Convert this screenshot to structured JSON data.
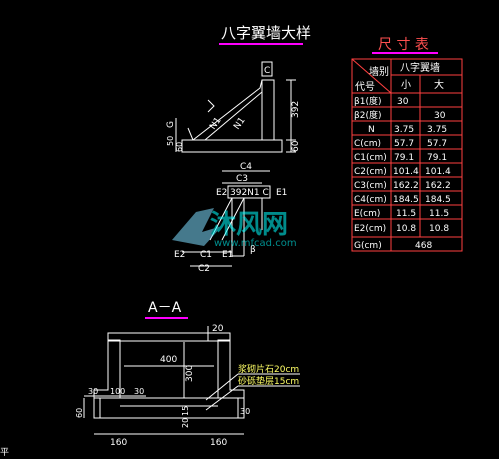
{
  "titles": {
    "elevation": "八字翼墙大样",
    "size_table": "尺 寸 表",
    "section": "A－A"
  },
  "table": {
    "header_col1_top": "墙别",
    "header_col1_bottom": "代号",
    "header_group": "八字翼墙",
    "header_small": "小",
    "header_large": "大",
    "rows": [
      {
        "code": "β1(度)",
        "small": "30",
        "large": ""
      },
      {
        "code": "β2(度)",
        "small": "",
        "large": "30"
      },
      {
        "code": "N",
        "small": "3.75",
        "large": "3.75"
      },
      {
        "code": "C(cm)",
        "small": "57.7",
        "large": "57.7"
      },
      {
        "code": "C1(cm)",
        "small": "79.1",
        "large": "79.1"
      },
      {
        "code": "C2(cm)",
        "small": "101.4",
        "large": "101.4"
      },
      {
        "code": "C3(cm)",
        "small": "162.2",
        "large": "162.2"
      },
      {
        "code": "C4(cm)",
        "small": "184.5",
        "large": "184.5"
      },
      {
        "code": "E(cm)",
        "small": "11.5",
        "large": "11.5"
      },
      {
        "code": "E2(cm)",
        "small": "10.8",
        "large": "10.8"
      }
    ],
    "last_code": "G(cm)",
    "last_value": "468"
  },
  "elevation_labels": {
    "c_top": "C",
    "dim_392": "392",
    "dim_60": "60",
    "n1_left": "N1",
    "n1_right": "N1",
    "g_sym": "G",
    "dim_50": "50",
    "dim_60b": "60"
  },
  "plan_labels": {
    "c4": "C4",
    "c3": "C3",
    "e2_left": "E2",
    "mid_text": "392N1 C",
    "e1_right": "E1",
    "e2_bot": "E2",
    "c1_bot": "C1",
    "e1_bot": "E1",
    "c2_bot": "C2",
    "beta": "β"
  },
  "section_labels": {
    "dim_20a": "20",
    "dim_400": "400",
    "dim_300": "300",
    "dim_30l": "30",
    "dim_100": "100",
    "dim_30r": "30",
    "dim_60": "60",
    "dim_15": "15",
    "dim_20b": "20",
    "dim_30b": "30",
    "dim_160l": "160",
    "dim_160r": "160",
    "note1": "浆砌片石20cm",
    "note2": "砂砾垫层15cm"
  },
  "watermark": {
    "name": "沐风网",
    "url": "www.mfcad.com"
  },
  "edge_text": "平"
}
